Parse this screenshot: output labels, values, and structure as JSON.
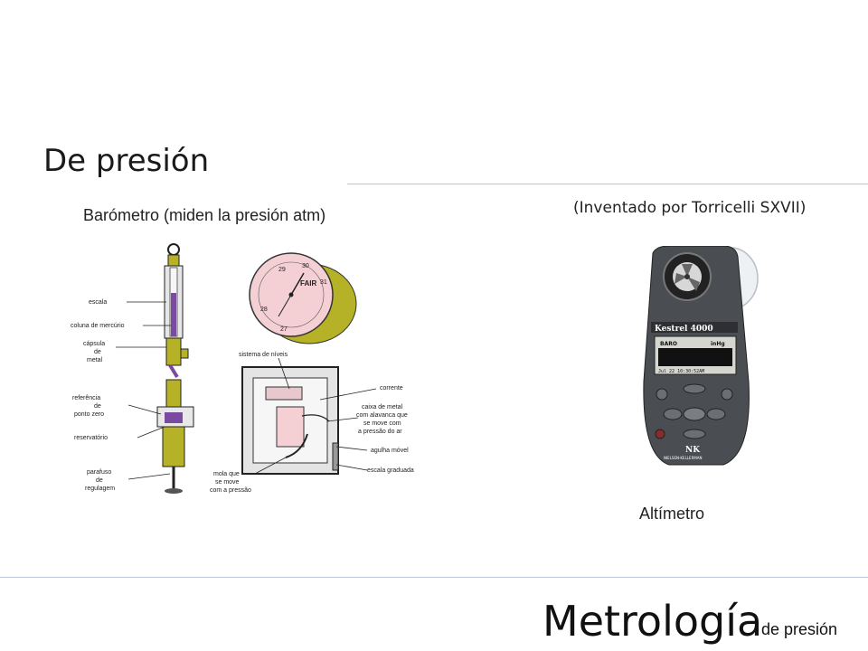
{
  "slide": {
    "title": "De presión",
    "barometer_caption": "Barómetro (miden la presión atm)",
    "inventor_note": "(Inventado por Torricelli SXVII)",
    "altimeter_caption": "Altímetro",
    "footer_main": "Metrología",
    "footer_sub": "de presión"
  },
  "mercury_barometer": {
    "labels": [
      "escala",
      "coluna de mercúrio",
      "cápsula",
      "de",
      "metal",
      "referência",
      "de",
      "ponto zero",
      "reservatório",
      "parafuso",
      "de",
      "regulagem"
    ]
  },
  "aneroid_barometer": {
    "dial_ticks": [
      "29",
      "30",
      "31",
      "28",
      "27"
    ],
    "dial_word": "FAIR",
    "labels": [
      "sistema de níveis",
      "corrente",
      "caixa de metal",
      "com alavanca que",
      "se move com",
      "a pressão do ar",
      "agulha móvel",
      "escala graduada",
      "mola que",
      "se move",
      "com a pressão"
    ]
  },
  "kestrel": {
    "brand": "Kestrel 4000",
    "mode": "BARO",
    "unit": "inHg",
    "date_line": "Jul 22  10:30:52AM",
    "logo": "NK",
    "maker": "NIELSEN-KELLERMAN"
  },
  "colors": {
    "rule": "#b9c7d6",
    "brass": "#b5b227",
    "mercury": "#7a4aa0",
    "dial_face": "#f4d0d4",
    "device_body": "#4a4d52"
  }
}
